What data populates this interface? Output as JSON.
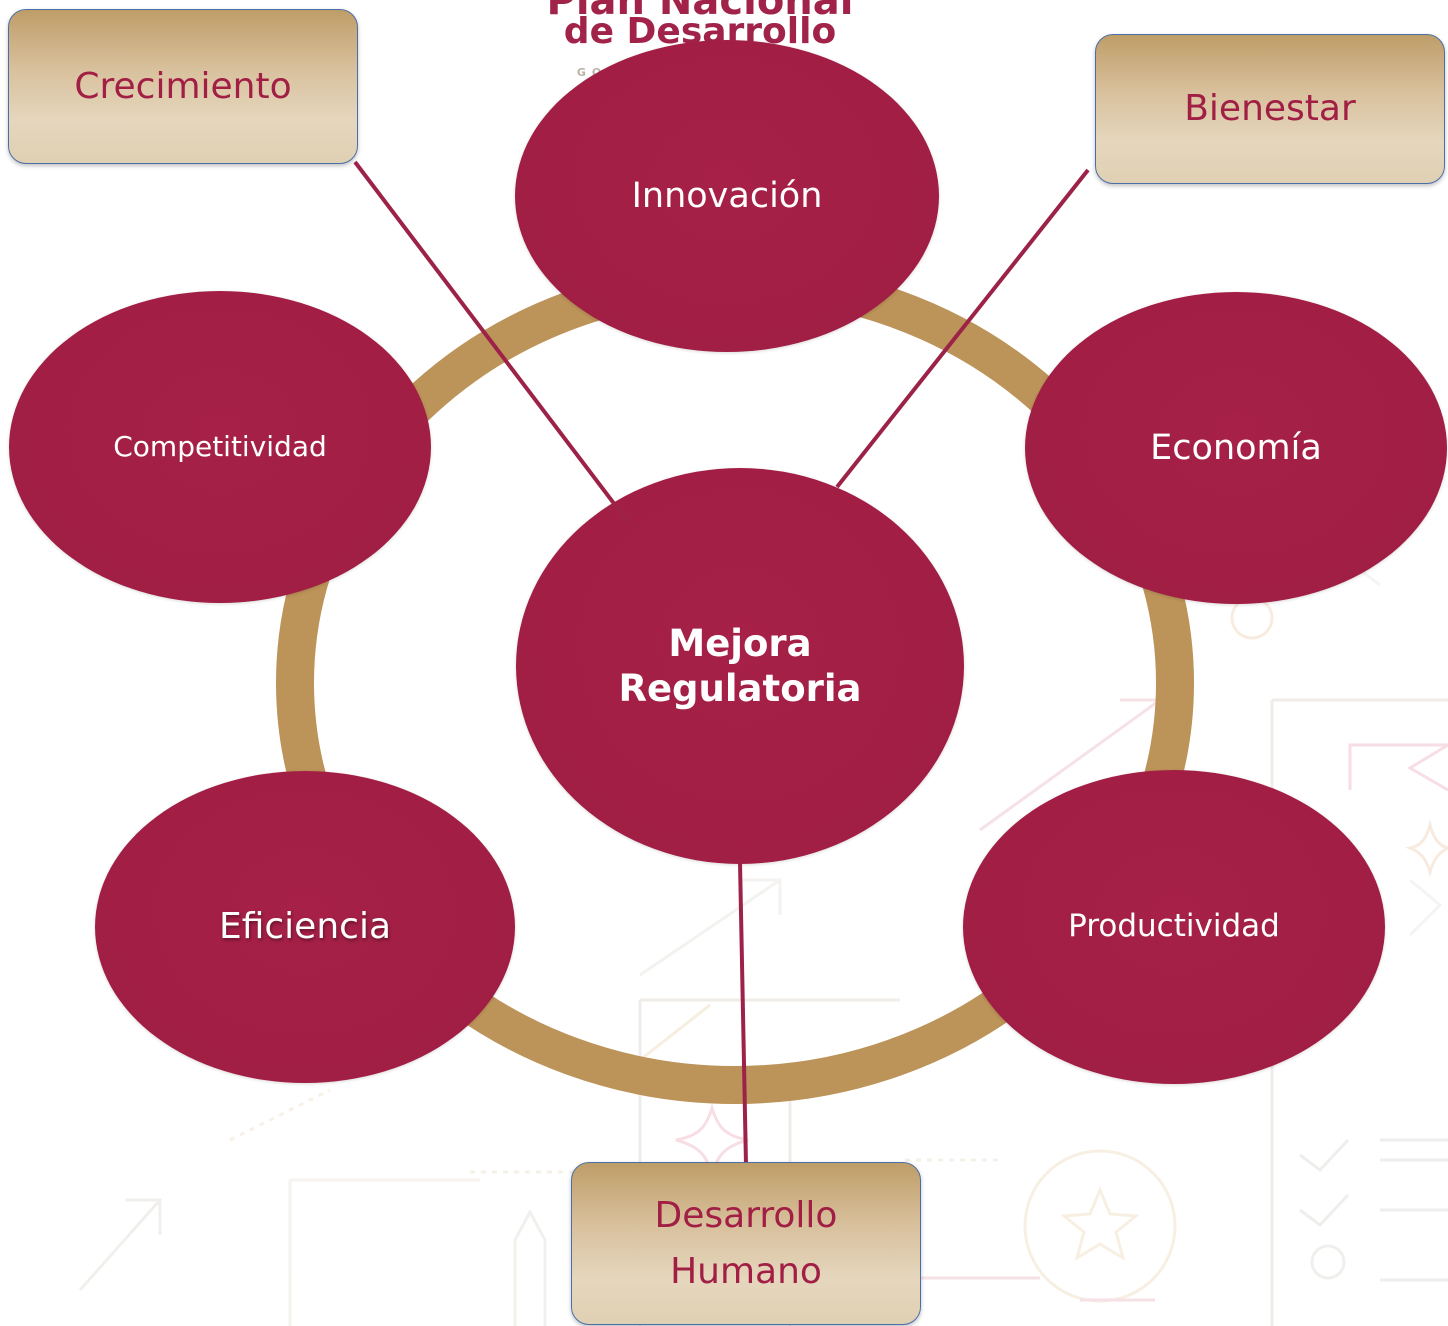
{
  "logo": {
    "line1": "Plan Nacional",
    "line2": "de Desarrollo",
    "line3": "GOBIERNO DE MÉXICO"
  },
  "center": {
    "line1": "Mejora",
    "line2": "Regulatoria"
  },
  "cycle_nodes": {
    "innovacion": "Innovación",
    "economia": "Economía",
    "productividad": "Productividad",
    "eficiencia": "Eficiencia",
    "competitividad": "Competitividad"
  },
  "callouts": {
    "crecimiento": "Crecimiento",
    "bienestar": "Bienestar",
    "desarrollo_line1": "Desarrollo",
    "desarrollo_line2": "Humano"
  },
  "colors": {
    "node_fill": "#a11e44",
    "ring": "#bc9358",
    "connector": "#9c2248",
    "callout_text": "#a11e44",
    "callout_border": "#4a6fa8"
  }
}
